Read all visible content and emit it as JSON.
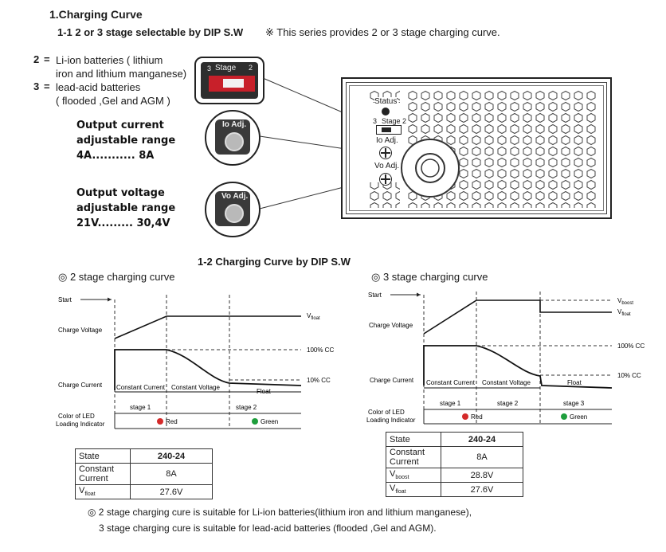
{
  "section_title": "1.Charging Curve",
  "subsection_1": {
    "title": "1-1   2 or 3 stage selectable by DIP S.W",
    "note": "※ This series provides 2 or 3 stage charging curve."
  },
  "dip_legend": {
    "opt2_key": "2",
    "opt2_eq": "=",
    "opt2_line1": "Li-ion batteries ( lithium",
    "opt2_line2": "iron and lithium manganese)",
    "opt3_key": "3",
    "opt3_eq": "=",
    "opt3_line1": "lead-acid batteries",
    "opt3_line2": "( flooded ,Gel and AGM )"
  },
  "dip_switch_photo": {
    "label_3": "3",
    "label_stage": "Stage",
    "label_2": "2"
  },
  "io_adjust": {
    "line1": "Output current",
    "line2": "adjustable range",
    "line3": "4A........... 8A",
    "knob_label": "Io Adj."
  },
  "vo_adjust": {
    "line1": "Output voltage",
    "line2": "adjustable range",
    "line3": "21V......... 30,4V",
    "knob_label": "Vo Adj."
  },
  "panel": {
    "status": "Status",
    "stage_3": "3",
    "stage": "Stage",
    "stage_2": "2",
    "io_adj": "Io Adj.",
    "vo_adj": "Vo Adj."
  },
  "subsection_2": {
    "title": "1-2   Charging Curve by DIP S.W"
  },
  "two_stage": {
    "heading": "◎ 2 stage charging curve",
    "start": "Start",
    "charge_voltage": "Charge Voltage",
    "charge_current": "Charge Current",
    "v_float_main": "V",
    "v_float_sub": "float",
    "cc100": "100% CC",
    "cc10": "10% CC",
    "constant_current": "Constant Current",
    "constant_voltage": "Constant Voltage",
    "float": "Float",
    "stage1": "stage 1",
    "stage2": "stage 2",
    "led_line1": "Color of LED",
    "led_line2": "Loading Indicator",
    "red": "Red",
    "green": "Green",
    "colors": {
      "red": "#d42a2a",
      "green": "#1e9e3c"
    },
    "table": {
      "header_key": "State",
      "header_val": "240-24",
      "cc_key_1": "Constant",
      "cc_key_2": "Current",
      "cc_val": "8A",
      "vf_key_main": "V",
      "vf_key_sub": "float",
      "vf_val": "27.6V"
    }
  },
  "three_stage": {
    "heading": "◎ 3 stage charging curve",
    "start": "Start",
    "charge_voltage": "Charge Voltage",
    "charge_current": "Charge Current",
    "v_boost_main": "V",
    "v_boost_sub": "boost",
    "v_float_main": "V",
    "v_float_sub": "float",
    "cc100": "100% CC",
    "cc10": "10% CC",
    "constant_current": "Constant Current",
    "constant_voltage": "Constant Voltage",
    "float": "Float",
    "stage1": "stage 1",
    "stage2": "stage 2",
    "stage3": "stage 3",
    "led_line1": "Color of LED",
    "led_line2": "Loading Indicator",
    "red": "Red",
    "green": "Green",
    "table": {
      "header_key": "State",
      "header_val": "240-24",
      "cc_key_1": "Constant",
      "cc_key_2": "Current",
      "cc_val": "8A",
      "vb_key_main": "V",
      "vb_key_sub": "boost",
      "vb_val": "28.8V",
      "vf_key_main": "V",
      "vf_key_sub": "float",
      "vf_val": "27.6V"
    }
  },
  "footnote": {
    "line1": "◎ 2 stage charging cure is suitable for Li-ion batteries(lithium iron and lithium manganese),",
    "line2": "3 stage charging cure is suitable for lead-acid batteries (flooded ,Gel and AGM)."
  }
}
